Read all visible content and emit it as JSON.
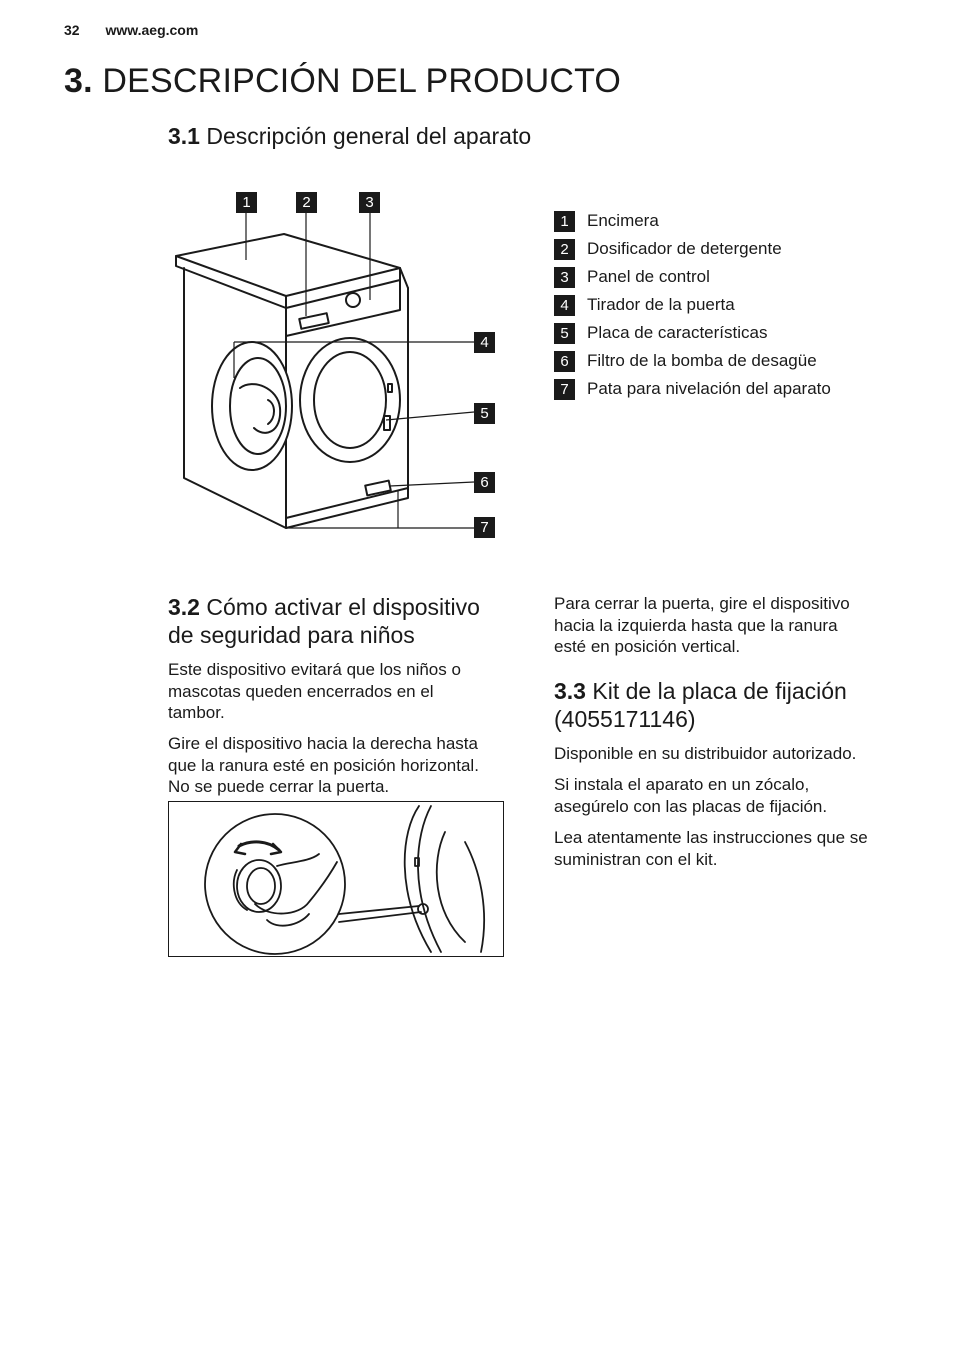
{
  "header": {
    "page_number": "32",
    "site": "www.aeg.com"
  },
  "title": {
    "number": "3.",
    "text": "DESCRIPCIÓN DEL PRODUCTO"
  },
  "section_1": {
    "number": "3.1",
    "title": "Descripción general del aparato"
  },
  "figure_callouts": [
    "1",
    "2",
    "3",
    "4",
    "5",
    "6",
    "7"
  ],
  "legend": [
    {
      "num": "1",
      "label": "Encimera"
    },
    {
      "num": "2",
      "label": "Dosificador de detergente"
    },
    {
      "num": "3",
      "label": "Panel de control"
    },
    {
      "num": "4",
      "label": "Tirador de la puerta"
    },
    {
      "num": "5",
      "label": "Placa de características"
    },
    {
      "num": "6",
      "label": "Filtro de la bomba de desagüe"
    },
    {
      "num": "7",
      "label": "Pata para nivelación del aparato"
    }
  ],
  "section_2": {
    "number": "3.2",
    "title_line1": "Cómo activar el dispositivo",
    "title_line2": "de seguridad para niños",
    "para1": [
      "Este dispositivo evitará que los niños o",
      "mascotas queden encerrados en el",
      "tambor."
    ],
    "para2": [
      "Gire el dispositivo hacia la derecha hasta",
      "que la ranura esté en posición horizontal.",
      "No se puede cerrar la puerta."
    ],
    "para3": [
      "Para cerrar la puerta, gire el dispositivo",
      "hacia la izquierda hasta que la ranura",
      "esté en posición vertical."
    ]
  },
  "section_3": {
    "number": "3.3",
    "title_line1": "Kit de la placa de fijación",
    "title_line2": "(4055171146)",
    "para1": "Disponible en su distribuidor autorizado.",
    "para2": [
      "Si instala el aparato en un zócalo,",
      "asegúrelo con las placas de fijación."
    ],
    "para3": [
      "Lea atentamente las instrucciones que se",
      "suministran con el kit."
    ]
  }
}
